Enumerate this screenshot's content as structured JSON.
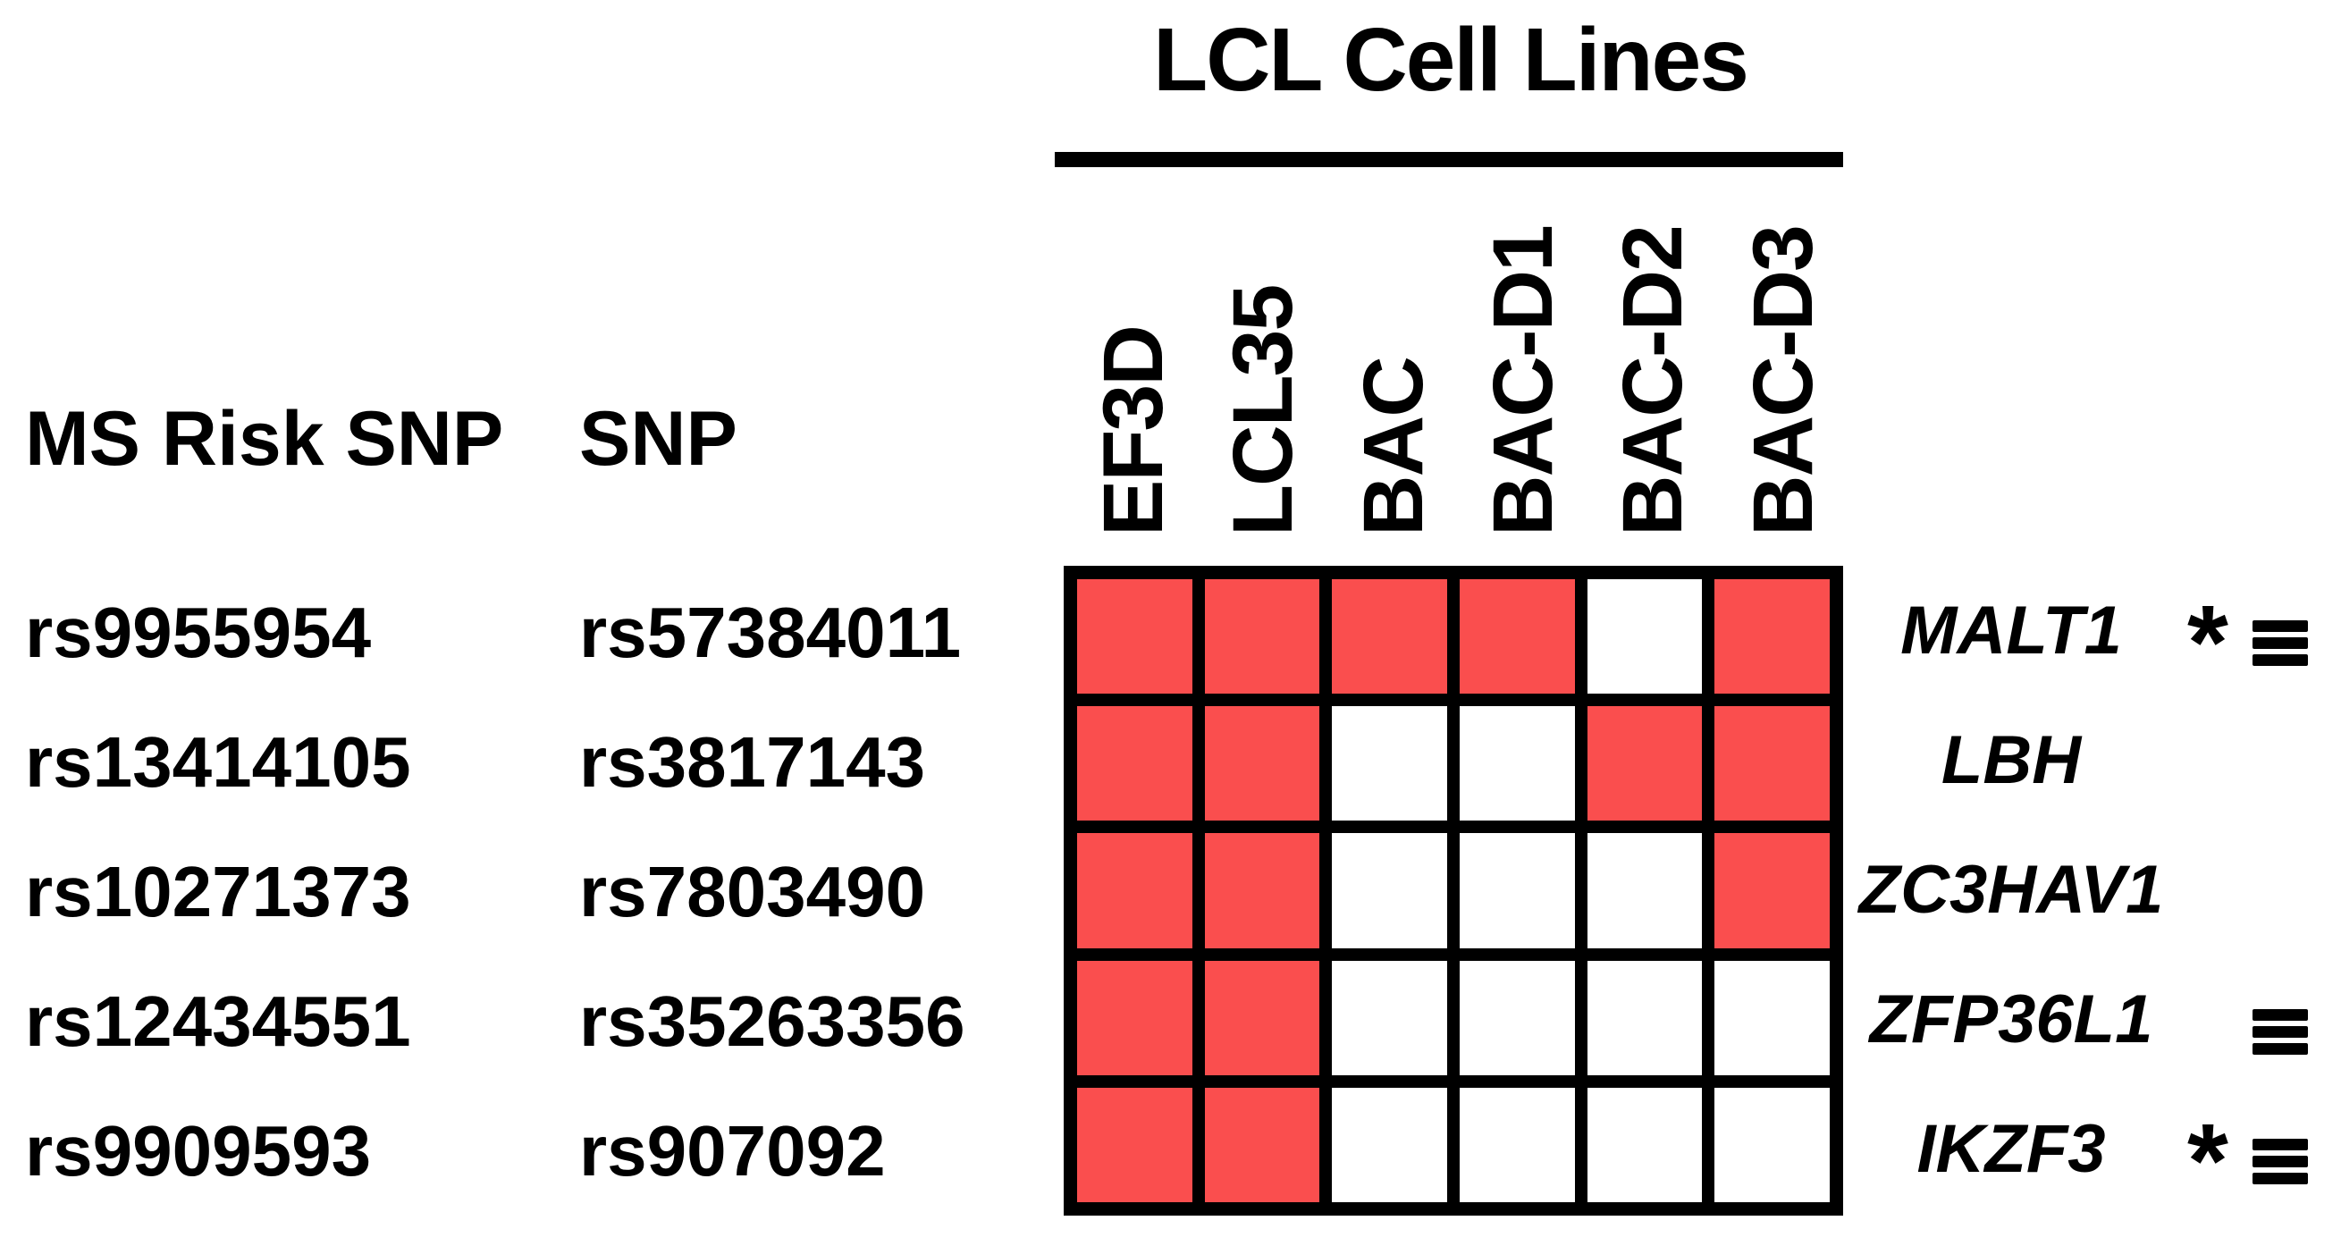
{
  "chart_data": {
    "type": "heatmap",
    "title": "LCL Cell Lines",
    "x_categories": [
      "EF3D",
      "LCL35",
      "BAC",
      "BAC-D1",
      "BAC-D2",
      "BAC-D3"
    ],
    "row_label_headers": [
      "MS Risk SNP",
      "SNP"
    ],
    "rows": [
      {
        "ms_risk_snp": "rs9955954",
        "snp": "rs57384011",
        "gene": "MALT1",
        "marks": [
          "*",
          "≡"
        ],
        "cells": [
          1,
          1,
          1,
          1,
          0,
          1
        ]
      },
      {
        "ms_risk_snp": "rs13414105",
        "snp": "rs3817143",
        "gene": "LBH",
        "marks": [],
        "cells": [
          1,
          1,
          0,
          0,
          1,
          1
        ]
      },
      {
        "ms_risk_snp": "rs10271373",
        "snp": "rs7803490",
        "gene": "ZC3HAV1",
        "marks": [],
        "cells": [
          1,
          1,
          0,
          0,
          0,
          1
        ]
      },
      {
        "ms_risk_snp": "rs12434551",
        "snp": "rs35263356",
        "gene": "ZFP36L1",
        "marks": [
          "≡"
        ],
        "cells": [
          1,
          1,
          0,
          0,
          0,
          0
        ]
      },
      {
        "ms_risk_snp": "rs9909593",
        "snp": "rs907092",
        "gene": "IKZF3",
        "marks": [
          "*",
          "≡"
        ],
        "cells": [
          1,
          1,
          0,
          0,
          0,
          0
        ]
      }
    ],
    "colors": {
      "filled": "#FA4E4E",
      "empty": "#FFFFFF",
      "grid_line": "#000000"
    },
    "value_encoding": {
      "1": "filled",
      "0": "empty"
    },
    "legend_position": "none",
    "grid": "on"
  },
  "symbols": {
    "asterisk": "*",
    "triple_bar": "≡"
  }
}
